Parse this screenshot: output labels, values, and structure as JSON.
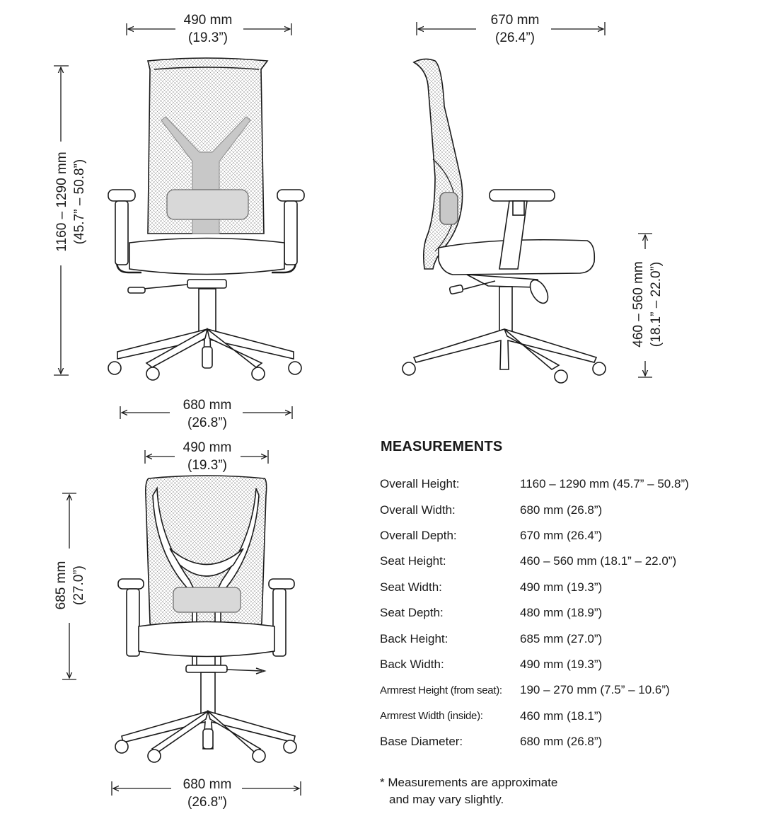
{
  "dimensions": {
    "front_width": {
      "mm": "490 mm",
      "in": "(19.3”)"
    },
    "front_height": {
      "mm": "1160 – 1290 mm",
      "in": "(45.7” – 50.8”)"
    },
    "front_base": {
      "mm": "680 mm",
      "in": "(26.8”)"
    },
    "side_depth": {
      "mm": "670 mm",
      "in": "(26.4”)"
    },
    "side_seat_height": {
      "mm": "460 – 560 mm",
      "in": "(18.1” – 22.0”)"
    },
    "back_width": {
      "mm": "490 mm",
      "in": "(19.3”)"
    },
    "back_height": {
      "mm": "685 mm",
      "in": "(27.0”)"
    },
    "back_base": {
      "mm": "680 mm",
      "in": "(26.8”)"
    }
  },
  "measurements": {
    "title": "MEASUREMENTS",
    "rows": [
      {
        "label": "Overall Height:",
        "value": "1160 – 1290 mm (45.7” – 50.8”)"
      },
      {
        "label": "Overall Width:",
        "value": "680 mm (26.8”)"
      },
      {
        "label": "Overall Depth:",
        "value": "670 mm (26.4”)"
      },
      {
        "label": "Seat Height:",
        "value": "460 – 560 mm (18.1” – 22.0”)"
      },
      {
        "label": "Seat Width:",
        "value": "490 mm (19.3”)"
      },
      {
        "label": "Seat Depth:",
        "value": "480 mm (18.9”)"
      },
      {
        "label": "Back Height:",
        "value": "685 mm (27.0”)"
      },
      {
        "label": "Back Width:",
        "value": "490 mm (19.3”)"
      },
      {
        "label": "Armrest Height (from seat):",
        "value": "190 – 270 mm (7.5” – 10.6”)"
      },
      {
        "label": "Armrest Width (inside):",
        "value": "460 mm (18.1”)"
      },
      {
        "label": "Base Diameter:",
        "value": "680 mm (26.8”)"
      }
    ],
    "note_line1": "* Measurements are approximate",
    "note_line2": "and may vary slightly."
  }
}
